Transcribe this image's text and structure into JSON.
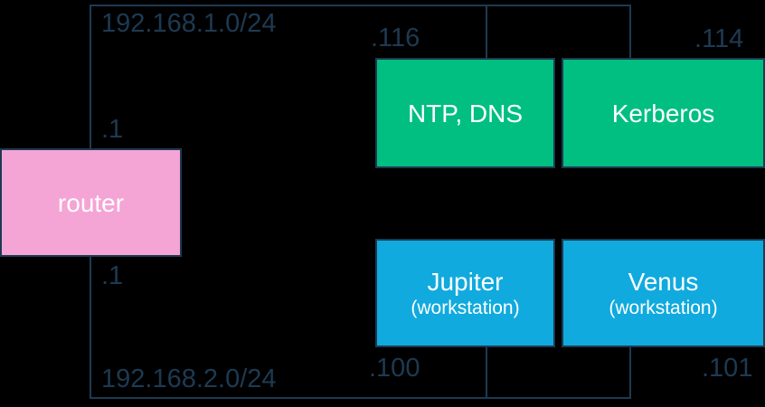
{
  "colors": {
    "background": "#000000",
    "line": "#1d3a52",
    "label_text": "#1d3a52",
    "box_text": "#ffffff",
    "router_fill": "#f5a4d6",
    "server_fill": "#00bf80",
    "workstation_fill": "#10aade"
  },
  "router": {
    "label": "router"
  },
  "net1": {
    "cidr": "192.168.1.0/24",
    "router_ip": ".1"
  },
  "net2": {
    "cidr": "192.168.2.0/24",
    "router_ip": ".1"
  },
  "nodes": [
    {
      "name": "NTP, DNS",
      "ip": ".116"
    },
    {
      "name": "Kerberos",
      "ip": ".114"
    },
    {
      "name": "Jupiter",
      "sub": "(workstation)",
      "ip": ".100"
    },
    {
      "name": "Venus",
      "sub": "(workstation)",
      "ip": ".101"
    }
  ]
}
